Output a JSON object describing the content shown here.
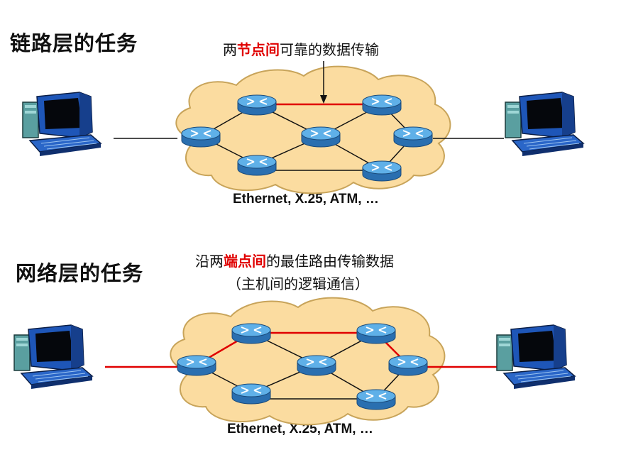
{
  "link_layer": {
    "title": "链路层的任务",
    "caption_pre": "两",
    "caption_highlight": "节点间",
    "caption_post": "可靠的数据传输",
    "network_label": "Ethernet, X.25, ATM, …"
  },
  "network_layer": {
    "title": "网络层的任务",
    "caption_pre": "沿两",
    "caption_highlight": "端点间",
    "caption_post": "的最佳路由传输数据",
    "caption_line2": "（主机间的逻辑通信）",
    "network_label": "Ethernet, X.25, ATM, …"
  },
  "colors": {
    "highlight": "#e00000",
    "cloud": "#fbdca0",
    "router": "#3a8fd0",
    "link": "#111111"
  },
  "icons": [
    "computer-icon",
    "router-icon",
    "cloud-shape",
    "arrow-icon"
  ]
}
